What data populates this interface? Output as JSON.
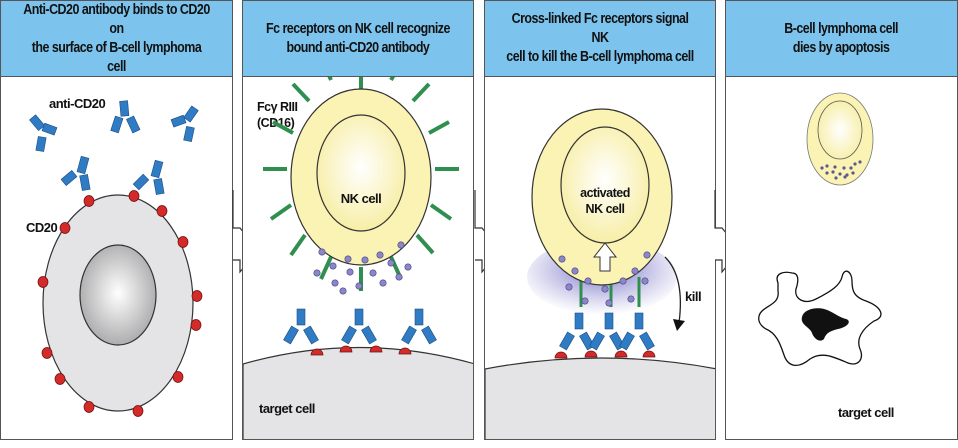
{
  "figure": {
    "colors": {
      "header_bg": "#7cc4ee",
      "antibody": "#2f7cc4",
      "cd20": "#d42a2a",
      "nk_cell": "#fbf3b4",
      "fc_receptor": "#2f8f4f",
      "granule": "#8a86c8",
      "target_cell": "#e4e4e6",
      "nucleus_dead": "#111111"
    },
    "panels": [
      {
        "step": 1,
        "title": "Anti-CD20 antibody binds to CD20 on\nthe surface of B-cell lymphoma cell",
        "labels": {
          "antibody": "anti-CD20",
          "antigen": "CD20"
        }
      },
      {
        "step": 2,
        "title": "Fc receptors on NK cell recognize\nbound anti-CD20 antibody",
        "labels": {
          "receptor_line1": "Fcγ RIII",
          "receptor_line2": "(CD16)",
          "cell": "NK  cell",
          "target": "target cell"
        }
      },
      {
        "step": 3,
        "title": "Cross-linked Fc receptors signal NK\ncell to kill the B-cell lymphoma cell",
        "labels": {
          "cell_line1": "activated",
          "cell_line2": "NK cell",
          "action": "kill"
        }
      },
      {
        "step": 4,
        "title": "B-cell lymphoma cell\ndies by apoptosis",
        "labels": {
          "target": "target cell"
        }
      }
    ],
    "arrows": [
      "step-1-to-2",
      "step-2-to-3",
      "step-3-to-4"
    ]
  }
}
